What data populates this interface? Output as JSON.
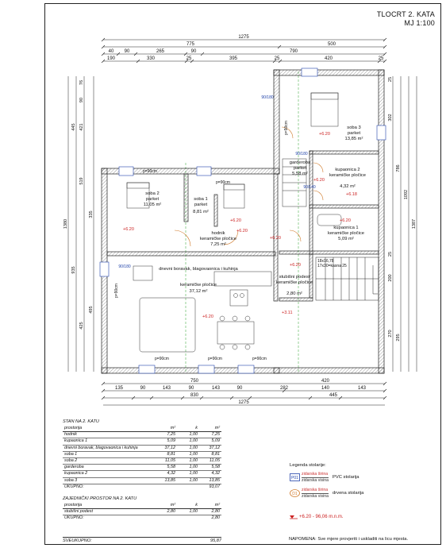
{
  "title": {
    "line1": "TLOCRT 2. KATA",
    "line2": "MJ 1:100"
  },
  "dimensions": {
    "top_total": "1275",
    "top_mid": [
      "775",
      "500"
    ],
    "top_row": [
      "40",
      "90",
      "265",
      "90",
      "790"
    ],
    "top_row2": [
      "190",
      "330",
      "25",
      "395",
      "25",
      "420",
      "25"
    ],
    "left_total": "1380",
    "left_mid": [
      "445",
      "935"
    ],
    "left_row": [
      "76",
      "90",
      "421",
      "519",
      "335",
      "425",
      "495"
    ],
    "right_total": "1387",
    "right_mid": [
      "1092"
    ],
    "right_row": [
      "25",
      "302",
      "786",
      "25",
      "200",
      "270",
      "295"
    ],
    "bottom_total": "1275",
    "bottom_mid": [
      "830",
      "445"
    ],
    "bottom_row": [
      "135",
      "90",
      "143",
      "90",
      "143",
      "90",
      "282",
      "140",
      "143"
    ],
    "bottom_row2": [
      "750",
      "420"
    ],
    "door_labels": [
      "p=90cm",
      "p=90cm",
      "p=90cm",
      "p=90cm",
      "p=90cm",
      "p=90cm",
      "p=90cm"
    ],
    "window_labels": [
      "90/180",
      "90/180",
      "90/180",
      "90/140"
    ]
  },
  "rooms": [
    {
      "name": "soba 3",
      "floor": "parket",
      "area": "13,85 m²"
    },
    {
      "name": "garderoba",
      "floor": "parket",
      "area": "5,58 m²"
    },
    {
      "name": "kupaonica 2",
      "floor": "keramičke pločice",
      "area": "4,32 m²"
    },
    {
      "name": "soba 2",
      "floor": "parket",
      "area": "11,05 m²"
    },
    {
      "name": "soba 1",
      "floor": "parket",
      "area": "8,81 m²"
    },
    {
      "name": "kupaonica 1",
      "floor": "keramičke pločice",
      "area": "5,09 m²"
    },
    {
      "name": "hodnik",
      "floor": "keramičke pločice",
      "area": "7,25 m²"
    },
    {
      "name": "dnevni boravak, blagovaonica i kuhinja",
      "floor": "keramičke pločice",
      "area": "37,12 m²"
    },
    {
      "name": "stubišni podest",
      "floor": "keramičke pločice",
      "area": "2,80 m²"
    }
  ],
  "levels": [
    "+6.20",
    "+6.20",
    "+6.18",
    "+6.20",
    "+6.20",
    "+6.20",
    "+6.20",
    "+6.20",
    "+6.20",
    "+6.20",
    "+3.11"
  ],
  "stair_label": "18x16,78\n17x30=kasna 25",
  "table_stan": {
    "title": "STAN NA 2. KATU",
    "headers": [
      "prostorija",
      "m²",
      "k",
      "m²"
    ],
    "rows": [
      [
        "hodnik",
        "7,25",
        "1,00",
        "7,25"
      ],
      [
        "kupaonica 1",
        "5,09",
        "1,00",
        "5,09"
      ],
      [
        "dnevni boravak, blagovaonica i kuhinja",
        "37,12",
        "1,00",
        "37,12"
      ],
      [
        "soba 1",
        "8,81",
        "1,00",
        "8,81"
      ],
      [
        "soba 2",
        "11,05",
        "1,00",
        "11,05"
      ],
      [
        "garderoba",
        "5,58",
        "1,00",
        "5,58"
      ],
      [
        "kupaonica 2",
        "4,32",
        "1,00",
        "4,32"
      ],
      [
        "soba 3",
        "13,85",
        "1,00",
        "13,85"
      ]
    ],
    "total_label": "UKUPNO:",
    "total_value": "93,07"
  },
  "table_zaj": {
    "title": "ZAJEDNIČKI PROSTOR NA 2. KATU",
    "headers": [
      "prostorija",
      "m²",
      "k",
      "m²"
    ],
    "rows": [
      [
        "stubišni podest",
        "2,80",
        "1,00",
        "2,80"
      ]
    ],
    "total_label": "UKUPNO:",
    "total_value": "2,80"
  },
  "grand_total": {
    "label": "SVEUKUPNO:",
    "value": "95,87"
  },
  "legend": {
    "title": "Legenda stolarije:",
    "pvc": {
      "top": "zidarska širina",
      "bottom": "zidarska visina",
      "type": "PVC stolarija"
    },
    "wood": {
      "top": "zidarska širina",
      "bottom": "zidarska visina",
      "type": "drvena stolarija"
    },
    "level_note": "+6.20 - 96,06 m.n.m."
  },
  "note": "NAPOMENA: Sve mjere provjeriti i uskladiti na licu mjesta.",
  "colors": {
    "wall": "#ffffff",
    "line": "#222222",
    "level": "#cc2222",
    "axis": "#2aa02a",
    "window": "#2244aa",
    "door": "#d07a2a"
  }
}
